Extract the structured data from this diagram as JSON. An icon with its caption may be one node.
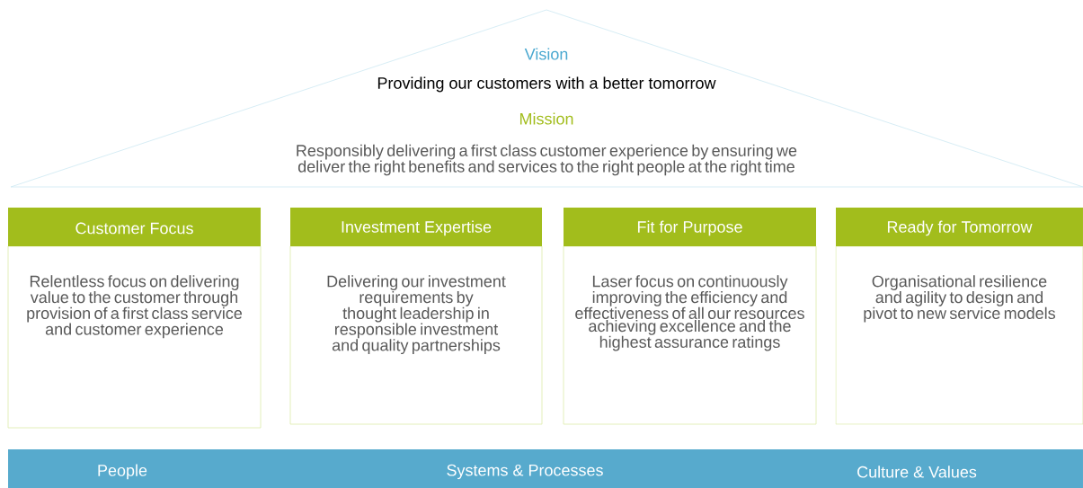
{
  "diagram": {
    "nodes": [
      {
        "text": [
          "Vision",
          "Providing our customers with a better tomorrow",
          "Mission",
          "Responsibly delivering a first class customer experience by ensuring we deliver the right benefits and services to the right people at the right time"
        ]
      },
      {
        "text": [
          "Customer Focus",
          "Relentless focus on delivering value to the customer through provision of a first class service and customer experience"
        ]
      },
      {
        "text": [
          "Investment Expertise",
          "Delivering our investment requirements by thought leadership in responsible investment and quality partnerships"
        ]
      },
      {
        "text": [
          "Fit for Purpose",
          "Laser focus on continuously improving the efficiency and effectiveness of all our resources achieving excellence and the highest assurance ratings"
        ]
      },
      {
        "text": [
          "Ready for Tomorrow",
          "Organisational resilience and agility to design and pivot to new service models"
        ]
      },
      {
        "text": [
          "People",
          "Systems & Processes",
          "Culture & Values"
        ]
      }
    ]
  }
}
